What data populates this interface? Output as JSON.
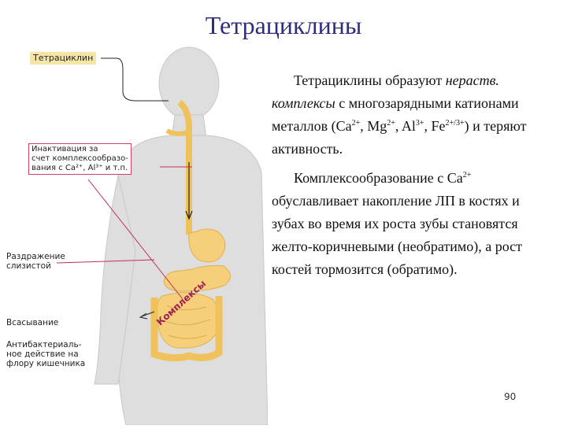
{
  "title": "Тетрациклины",
  "figure": {
    "label_drug": "Тетрациклин",
    "label_inactivation": [
      "Инактивация за",
      "счет комплексообразо-",
      "вания с Ca²⁺, Al³⁺ и т.п."
    ],
    "label_irritation": [
      "Раздражение",
      "слизистой"
    ],
    "label_absorption": "Всасывание",
    "label_antibacterial": [
      "Антибактериаль-",
      "ное действие на",
      "флору кишечника"
    ],
    "label_complexes": "Комплексы"
  },
  "paragraph1": {
    "t1": "Тетрациклины образуют ",
    "t2_italic": "нераств. комплексы",
    "t3": " с многозарядными катионами металлов (Ca",
    "s1": "2+",
    "t4": ", Mg",
    "s2": "2+",
    "t5": ", Al",
    "s3": "3+",
    "t6": ", Fe",
    "s4": "2+/3+",
    "t7": ") и теряют активность."
  },
  "paragraph2": {
    "t1": "Комплексообразование с Ca",
    "s1": "2+",
    "t2": " обуславливает накопление ЛП в костях и зубах во время их роста  зубы становятся желто-коричневыми (необратимо), а рост костей тормозится (обратимо)."
  },
  "page_number": "90",
  "colors": {
    "title": "#2e2e7a",
    "organ": "#f5cf7a",
    "body": "#dcdcdc",
    "leader": "#c0305a"
  }
}
